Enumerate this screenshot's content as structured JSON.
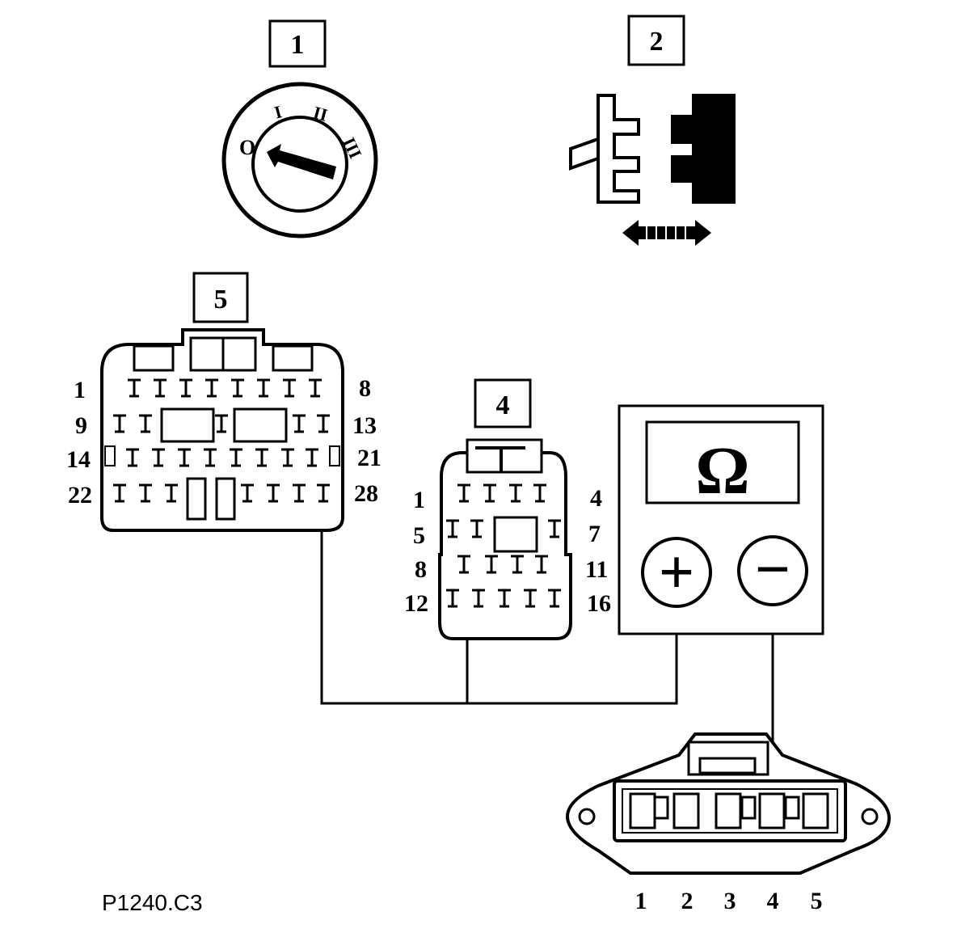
{
  "callouts": {
    "ignition": "1",
    "switch": "2",
    "connector_16": "4",
    "connector_28": "5"
  },
  "ignition_positions": [
    "O",
    "I",
    "II",
    "III"
  ],
  "connector_28_pins": {
    "row1_left": "1",
    "row1_right": "8",
    "row2_left": "9",
    "row2_right": "13",
    "row3_left": "14",
    "row3_right": "21",
    "row4_left": "22",
    "row4_right": "28"
  },
  "connector_16_pins": {
    "row1_left": "1",
    "row1_right": "4",
    "row2_left": "5",
    "row2_right": "7",
    "row3_left": "8",
    "row3_right": "11",
    "row4_left": "12",
    "row4_right": "16"
  },
  "meter": {
    "unit_symbol": "Ω",
    "positive": "+",
    "negative": "−"
  },
  "sensor_connector_pins": [
    "1",
    "2",
    "3",
    "4",
    "5"
  ],
  "figure_code": "P1240.C3",
  "colors": {
    "ink": "#000000",
    "paper": "#ffffff"
  },
  "icons": {
    "ignition": "ignition-switch-icon",
    "switch": "sliding-switch-icon",
    "arrow": "double-arrow-icon"
  }
}
